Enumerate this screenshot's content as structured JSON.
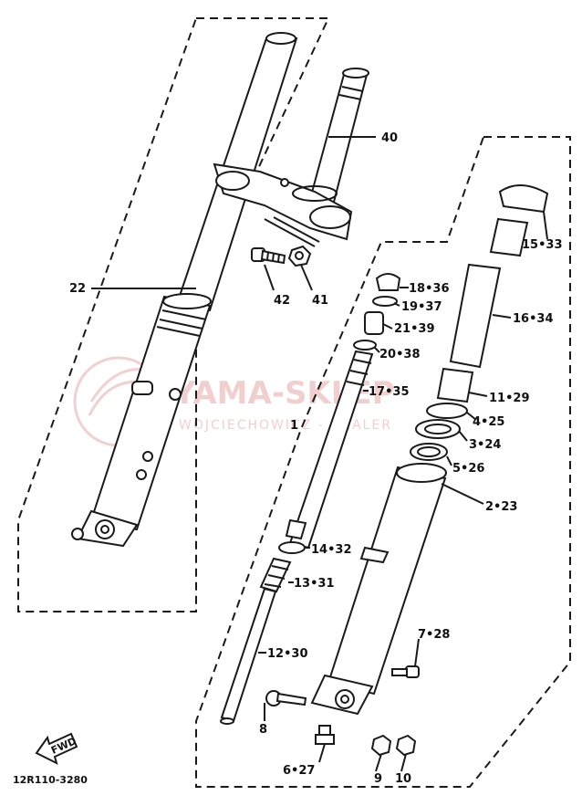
{
  "diagram": {
    "part_labels": {
      "p22": "22",
      "p40": "40",
      "p42": "42",
      "p41": "41",
      "p1": "1",
      "p18_36": "18•36",
      "p19_37": "19•37",
      "p21_39": "21•39",
      "p20_38": "20•38",
      "p17_35": "17•35",
      "p15_33": "15•33",
      "p16_34": "16•34",
      "p11_29": "11•29",
      "p4_25": "4•25",
      "p3_24": "3•24",
      "p5_26": "5•26",
      "p2_23": "2•23",
      "p14_32": "14•32",
      "p13_31": "13•31",
      "p12_30": "12•30",
      "p7_28": "7•28",
      "p8": "8",
      "p6_27": "6•27",
      "p9": "9",
      "p10": "10"
    },
    "direction_arrow": "FWD",
    "drawing_code": "12R110-3280",
    "watermark": {
      "title": "YAMA-SKLEP",
      "subtitle": "WOJCIECHOWICZ - DEALER"
    }
  }
}
